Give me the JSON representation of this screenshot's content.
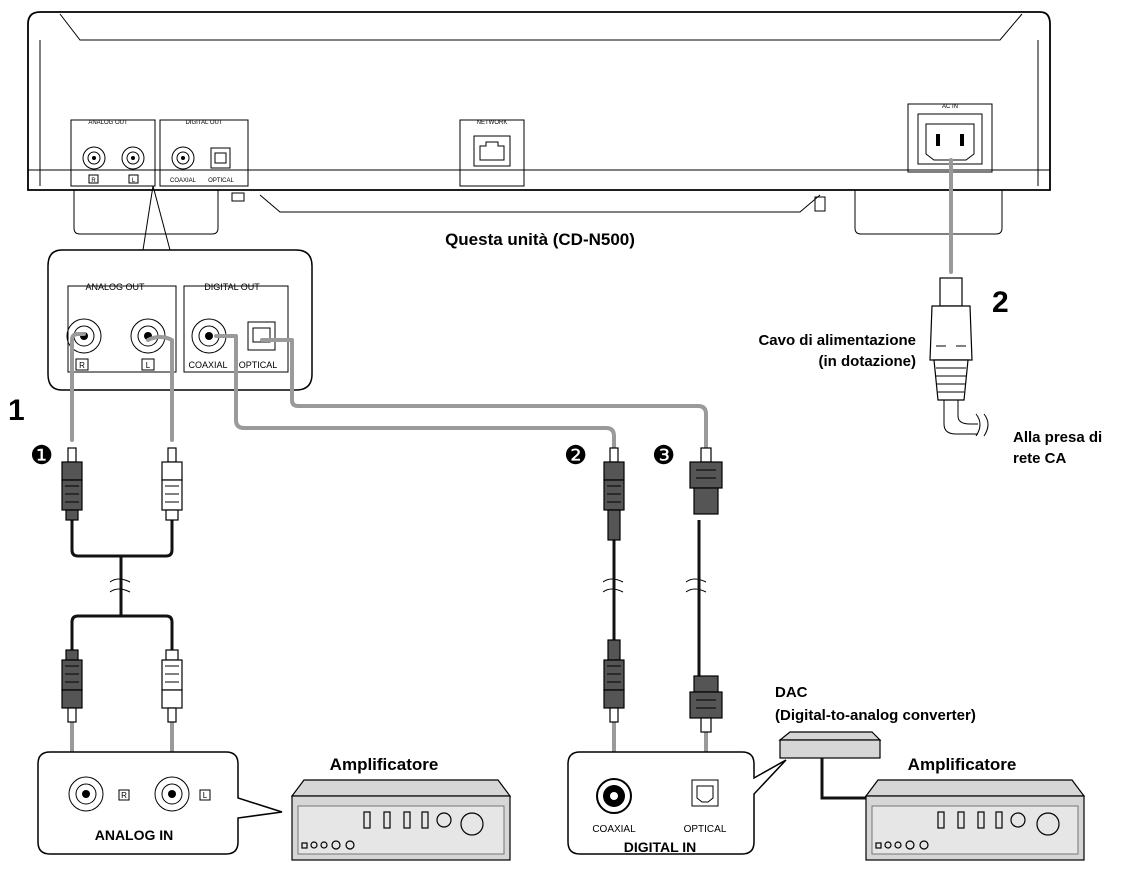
{
  "unit": {
    "caption": "Questa unità (CD-N500)",
    "analog_out": "ANALOG OUT",
    "digital_out": "DIGITAL OUT",
    "network": "NETWORK",
    "ac_in": "AC IN",
    "r": "R",
    "l": "L",
    "coaxial": "COAXIAL",
    "optical": "OPTICAL"
  },
  "zoom_panel": {
    "analog_out": "ANALOG OUT",
    "digital_out": "DIGITAL OUT",
    "r": "R",
    "l": "L",
    "coaxial": "COAXIAL",
    "optical": "OPTICAL"
  },
  "steps": {
    "step1": "1",
    "step2": "2"
  },
  "markers": {
    "m1": "❶",
    "m2": "❷",
    "m3": "❸"
  },
  "power": {
    "cable_line1": "Cavo di alimentazione",
    "cable_line2": "(in dotazione)",
    "outlet_line1": "Alla presa di",
    "outlet_line2": "rete CA"
  },
  "analog_in_panel": {
    "r": "R",
    "l": "L",
    "title": "ANALOG IN"
  },
  "digital_in_panel": {
    "coaxial": "COAXIAL",
    "optical": "OPTICAL",
    "title": "DIGITAL  IN"
  },
  "amplifier_label_left": "Amplificatore",
  "amplifier_label_right": "Amplificatore",
  "dac": {
    "line1": "DAC",
    "line2": "(Digital-to-analog converter)"
  }
}
